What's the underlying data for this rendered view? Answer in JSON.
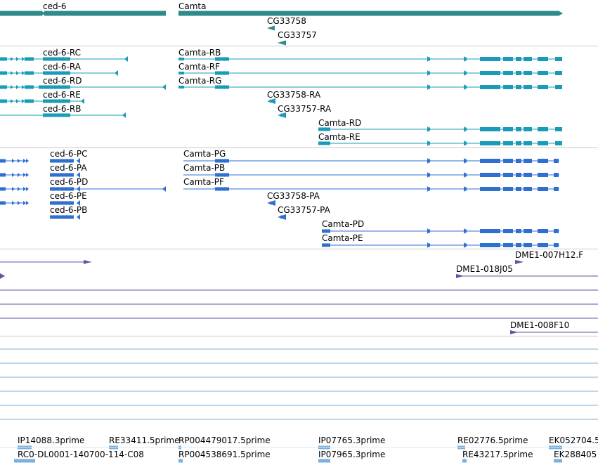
{
  "tracks": {
    "genes": {
      "color": "#2e8b8b",
      "features": [
        {
          "name": "ced-6"
        },
        {
          "name": "Camta"
        },
        {
          "name": "CG33758"
        },
        {
          "name": "CG33757"
        }
      ]
    },
    "transcripts": {
      "color": "#1a9bb8",
      "features": [
        {
          "name": "ced-6-RC"
        },
        {
          "name": "ced-6-RA"
        },
        {
          "name": "ced-6-RD"
        },
        {
          "name": "ced-6-RE"
        },
        {
          "name": "ced-6-RB"
        },
        {
          "name": "Camta-RB"
        },
        {
          "name": "Camta-RF"
        },
        {
          "name": "Camta-RG"
        },
        {
          "name": "CG33758-RA"
        },
        {
          "name": "CG33757-RA"
        },
        {
          "name": "Camta-RD"
        },
        {
          "name": "Camta-RE"
        }
      ]
    },
    "proteins": {
      "color": "#2f6fd0",
      "features": [
        {
          "name": "ced-6-PC"
        },
        {
          "name": "ced-6-PA"
        },
        {
          "name": "ced-6-PD"
        },
        {
          "name": "ced-6-PE"
        },
        {
          "name": "ced-6-PB"
        },
        {
          "name": "Camta-PG"
        },
        {
          "name": "Camta-PB"
        },
        {
          "name": "Camta-PF"
        },
        {
          "name": "CG33758-PA"
        },
        {
          "name": "CG33757-PA"
        },
        {
          "name": "Camta-PD"
        },
        {
          "name": "Camta-PE"
        }
      ]
    },
    "clones": {
      "color": "#6b4ea8",
      "features": [
        {
          "name": "DME1-007H12.F"
        },
        {
          "name": "DME1-018J05"
        },
        {
          "name": "DME1-008F10"
        }
      ]
    },
    "ests": {
      "color": "#7bb0dc",
      "features": [
        {
          "name": "IP14088.3prime"
        },
        {
          "name": "RE33411.5prime"
        },
        {
          "name": "RP004479017.5prime"
        },
        {
          "name": "IP07765.3prime"
        },
        {
          "name": "RE02776.5prime"
        },
        {
          "name": "EK052704.5"
        },
        {
          "name": "RC0-DL0001-140700-114-C08"
        },
        {
          "name": "RP004538691.5prime"
        },
        {
          "name": "IP07965.3prime"
        },
        {
          "name": "RE43217.5prime"
        },
        {
          "name": "EK288405"
        }
      ]
    }
  }
}
